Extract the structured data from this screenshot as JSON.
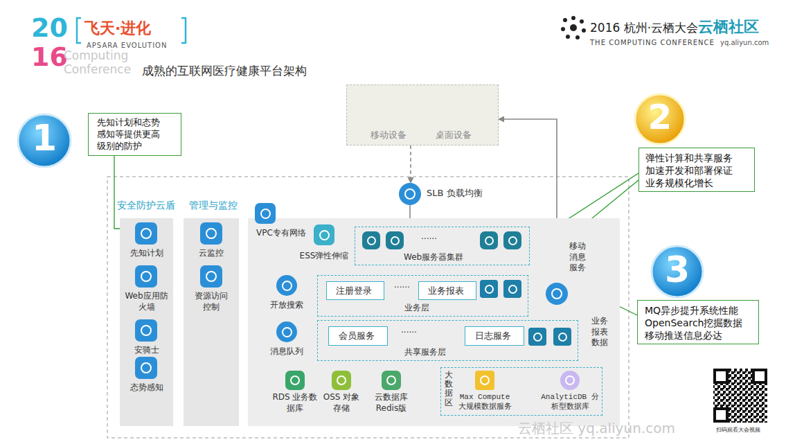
{
  "diagram": {
    "title": "成熟的互联网医疗健康平台架构",
    "nodes": [
      {
        "text": [
          "移动设备",
          "桌面设备"
        ]
      },
      {
        "text": [
          "SLB 负载均衡"
        ]
      },
      {
        "text": [
          "安全防护云盾"
        ]
      },
      {
        "text": [
          "先知计划"
        ],
        "in": 2
      },
      {
        "text": [
          "Web应用防火墙"
        ],
        "in": 2
      },
      {
        "text": [
          "安骑士"
        ],
        "in": 2
      },
      {
        "text": [
          "态势感知"
        ],
        "in": 2
      },
      {
        "text": [
          "管理与监控"
        ]
      },
      {
        "text": [
          "云监控"
        ],
        "in": 7
      },
      {
        "text": [
          "资源访问控制"
        ],
        "in": 7
      },
      {
        "text": [
          "VPC专有网络"
        ]
      },
      {
        "text": [
          "ESS弹性伸缩"
        ],
        "in": 10
      },
      {
        "text": [
          "......",
          "Web服务器集群"
        ],
        "in": 10
      },
      {
        "text": [
          "开放搜索"
        ],
        "in": 10
      },
      {
        "text": [
          "消息队列"
        ],
        "in": 10
      },
      {
        "text": [
          "......",
          "业务层"
        ],
        "in": 10
      },
      {
        "text": [
          "注册登录"
        ],
        "in": 15
      },
      {
        "text": [
          "业务报表"
        ],
        "in": 15
      },
      {
        "text": [
          "......",
          "共享服务层"
        ],
        "in": 10
      },
      {
        "text": [
          "会员服务"
        ],
        "in": 18
      },
      {
        "text": [
          "日志服务"
        ],
        "in": 18
      },
      {
        "text": [
          "RDS 业务数据库"
        ],
        "in": 10
      },
      {
        "text": [
          "OSS 对象存储"
        ],
        "in": 10
      },
      {
        "text": [
          "云数据库 Redis版"
        ],
        "in": 10
      },
      {
        "text": [
          "大数据区"
        ],
        "in": 10
      },
      {
        "text": [
          "Max Compute 大规模数据服务"
        ],
        "in": 24
      },
      {
        "text": [
          "AnalyticDB 分析型数据库"
        ],
        "in": 24
      },
      {
        "text": [
          "移动消息服务"
        ],
        "in": 10
      },
      {
        "text": [
          "先知计划和态势感知等提供更高级别的防护"
        ]
      },
      {
        "text": [
          "弹性计算和共享服务加速开发和部署保证业务规模化增长"
        ]
      },
      {
        "text": [
          "MQ异步提升系统性能OpenSearch挖掘数据移动推送信息必达"
        ]
      }
    ],
    "edges": [
      {
        "from": 0,
        "to": 1,
        "arrow": "to"
      },
      {
        "from": 1,
        "to": 12,
        "arrow": "to"
      },
      {
        "from": 12,
        "to": 15,
        "arrow": "to"
      },
      {
        "from": 15,
        "to": 18,
        "arrow": "to"
      },
      {
        "from": 25,
        "to": 26,
        "arrow": "to"
      },
      {
        "from": 27,
        "to": 15,
        "arrow": "to"
      },
      {
        "from": 27,
        "to": 0,
        "arrow": "to"
      },
      {
        "from": 24,
        "to": 27,
        "label": "业务报表数据",
        "arrow": "to"
      },
      {
        "from": 28,
        "to": 2,
        "arrow": "none"
      },
      {
        "from": 29,
        "to": 12,
        "arrow": "none"
      },
      {
        "from": 29,
        "to": 15,
        "arrow": "none"
      },
      {
        "from": 30,
        "to": 27,
        "arrow": "none"
      }
    ],
    "labels": [
      "20",
      "16",
      "飞天·进化",
      "APSARA EVOLUTION",
      "Computing",
      "Conference",
      "2016 杭州·云栖大会",
      "THE COMPUTING CONFERENCE",
      "云栖社区",
      "yq.aliyun.com",
      "1",
      "2",
      "3",
      "云栖社区 yq.aliyun.com",
      "扫码观看大会视频"
    ]
  }
}
